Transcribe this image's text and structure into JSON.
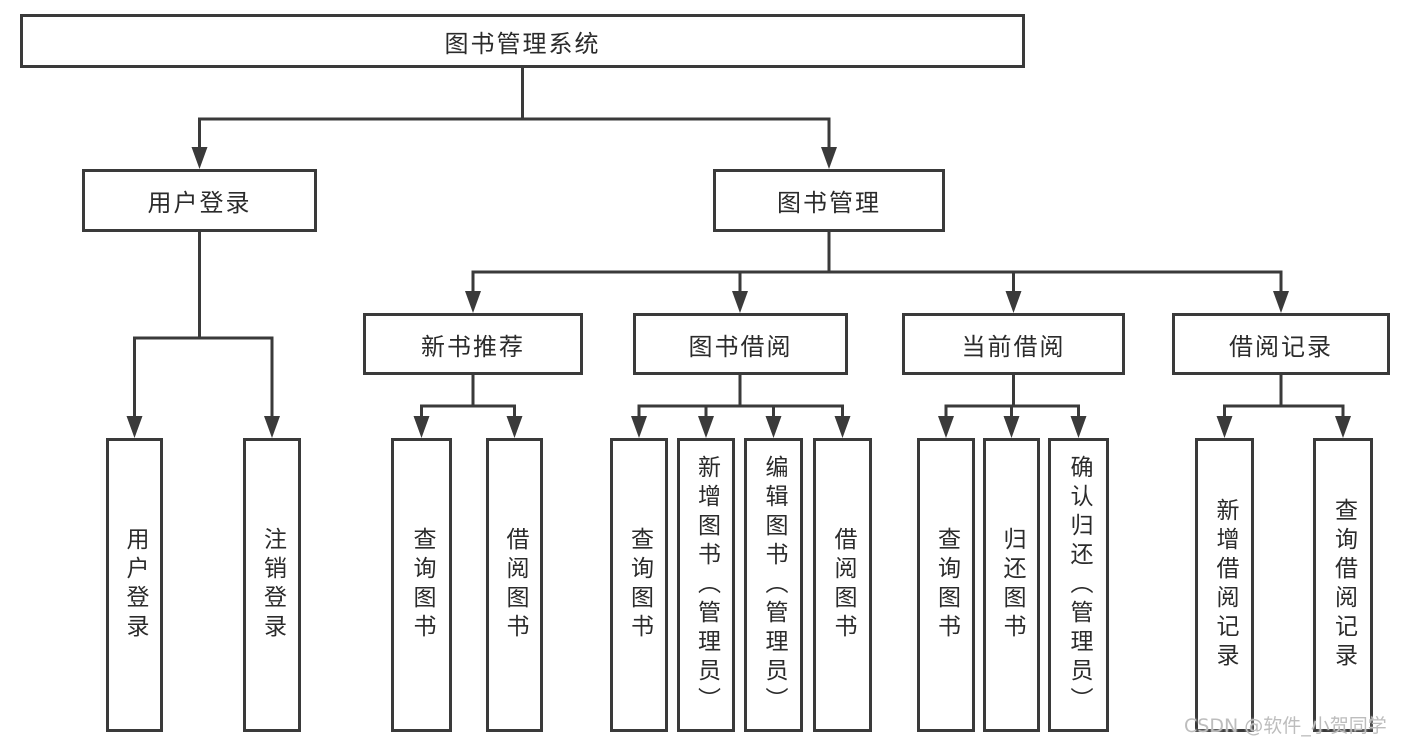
{
  "colors": {
    "line": "#3a3a3a",
    "text": "#2b2b2b",
    "watermark": "#bdbdbd",
    "background": "#ffffff"
  },
  "diagram": {
    "root": "图书管理系统",
    "user_login": {
      "label": "用户登录",
      "children": [
        "用户登录",
        "注销登录"
      ]
    },
    "book_management": {
      "label": "图书管理",
      "sections": [
        {
          "label": "新书推荐",
          "children": [
            "查询图书",
            "借阅图书"
          ]
        },
        {
          "label": "图书借阅",
          "children": [
            "查询图书",
            "新增图书（管理员）",
            "编辑图书（管理员）",
            "借阅图书"
          ]
        },
        {
          "label": "当前借阅",
          "children": [
            "查询图书",
            "归还图书",
            "确认归还（管理员）"
          ]
        },
        {
          "label": "借阅记录",
          "children": [
            "新增借阅记录",
            "查询借阅记录"
          ]
        }
      ]
    }
  },
  "watermark": "CSDN @软件_小贺同学"
}
